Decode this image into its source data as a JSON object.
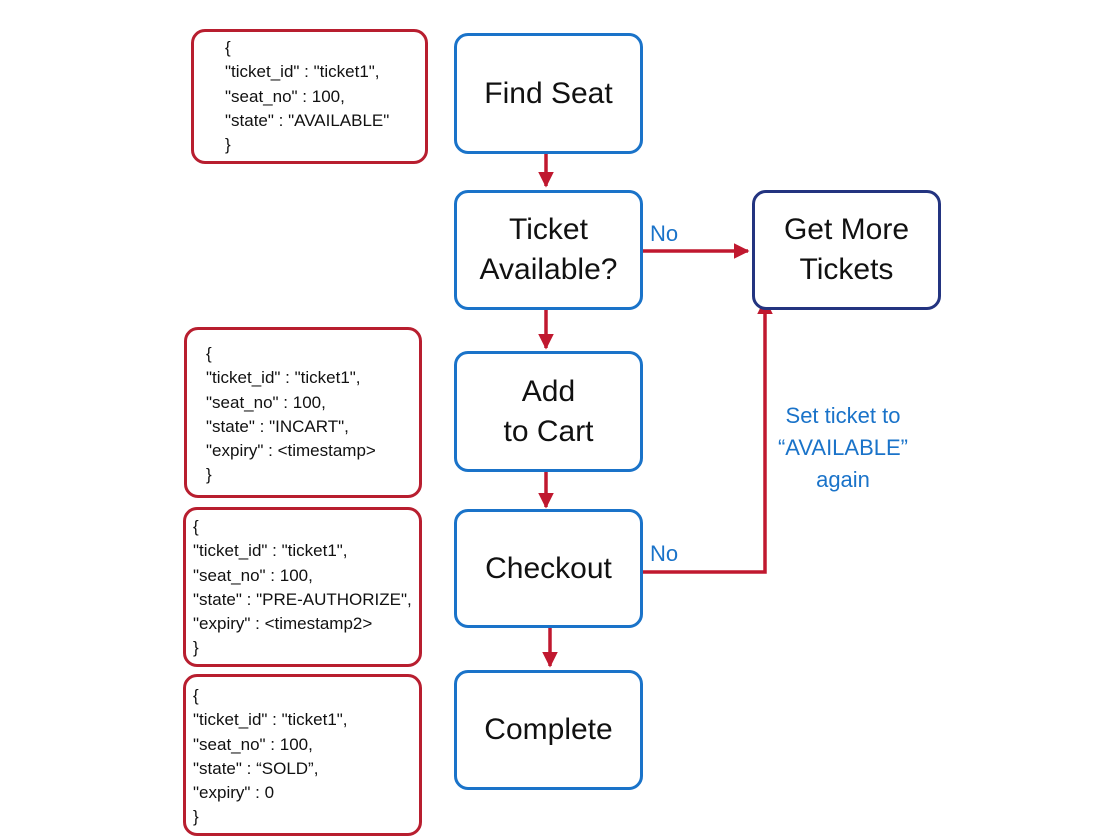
{
  "steps": {
    "find_seat": "Find Seat",
    "ticket_available": "Ticket\nAvailable?",
    "add_to_cart": "Add\nto Cart",
    "checkout": "Checkout",
    "complete": "Complete",
    "get_more_tickets": "Get More\nTickets"
  },
  "labels": {
    "no_available": "No",
    "no_checkout": "No"
  },
  "note": {
    "line1": "Set ticket to",
    "line2": "“AVAILABLE”",
    "line3": "again"
  },
  "json_boxes": {
    "available": [
      "{",
      "\"ticket_id\" : \"ticket1\",",
      "\"seat_no\" : 100,",
      "\"state\" : \"AVAILABLE\"",
      "}"
    ],
    "incart": [
      "{",
      "\"ticket_id\" : \"ticket1\",",
      "\"seat_no\" : 100,",
      "\"state\" : \"INCART\",",
      "\"expiry\" : <timestamp>",
      "}"
    ],
    "preauth": [
      "{",
      "\"ticket_id\" : \"ticket1\",",
      "\"seat_no\" : 100,",
      "\"state\" : \"PRE-AUTHORIZE\",",
      "\"expiry\" : <timestamp2>",
      "}"
    ],
    "sold": [
      "{",
      "\"ticket_id\" : \"ticket1\",",
      "\"seat_no\" : 100,",
      "\"state\" : “SOLD”,",
      "\"expiry\" : 0",
      "}"
    ]
  },
  "colors": {
    "step_border": "#1a73c9",
    "alt_border": "#233480",
    "json_border": "#b81e2f",
    "arrow": "#c0182f",
    "label": "#1a73c9"
  }
}
